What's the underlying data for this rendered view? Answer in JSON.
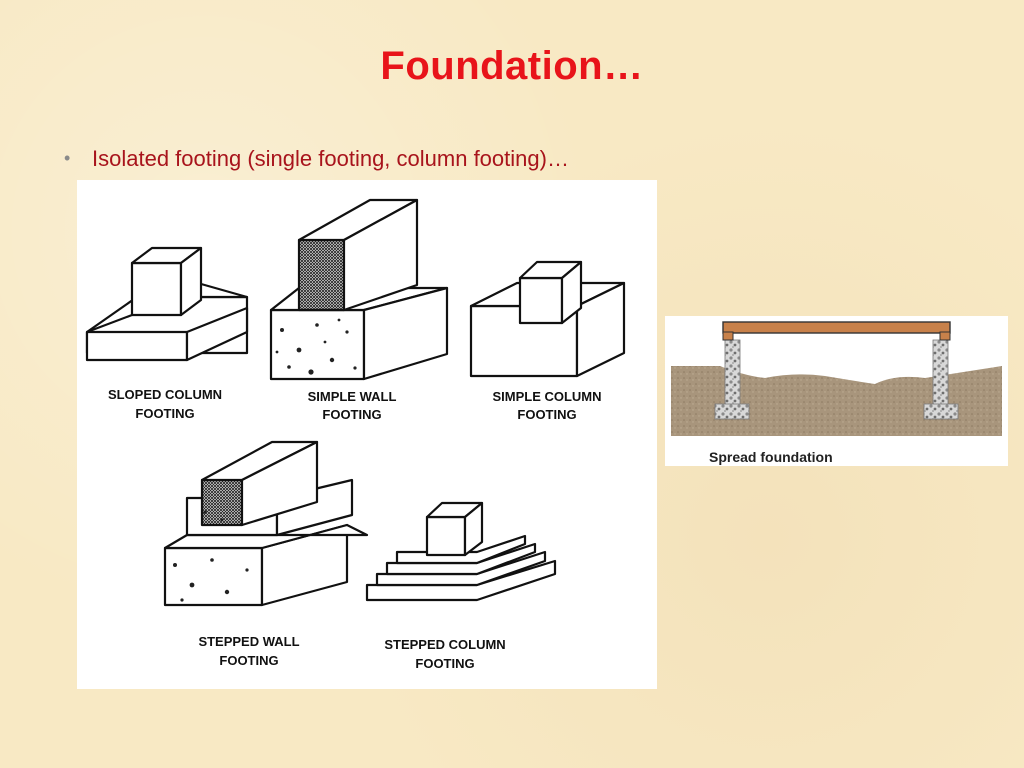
{
  "slide": {
    "title": "Foundation…",
    "bullet": "Isolated footing (single footing, column footing)…"
  },
  "left_diagram": {
    "labels": {
      "sloped_column": [
        "SLOPED COLUMN",
        "FOOTING"
      ],
      "simple_wall": [
        "SIMPLE WALL",
        "FOOTING"
      ],
      "simple_column": [
        "SIMPLE COLUMN",
        "FOOTING"
      ],
      "stepped_wall": [
        "STEPPED WALL",
        "FOOTING"
      ],
      "stepped_column": [
        "STEPPED COLUMN",
        "FOOTING"
      ]
    }
  },
  "right_diagram": {
    "caption": "Spread foundation"
  },
  "colors": {
    "title": "#e8141a",
    "bullet_text": "#a8141c",
    "background": "#f8e9c4",
    "beam": "#c8814a",
    "soil": "#a8957c"
  }
}
